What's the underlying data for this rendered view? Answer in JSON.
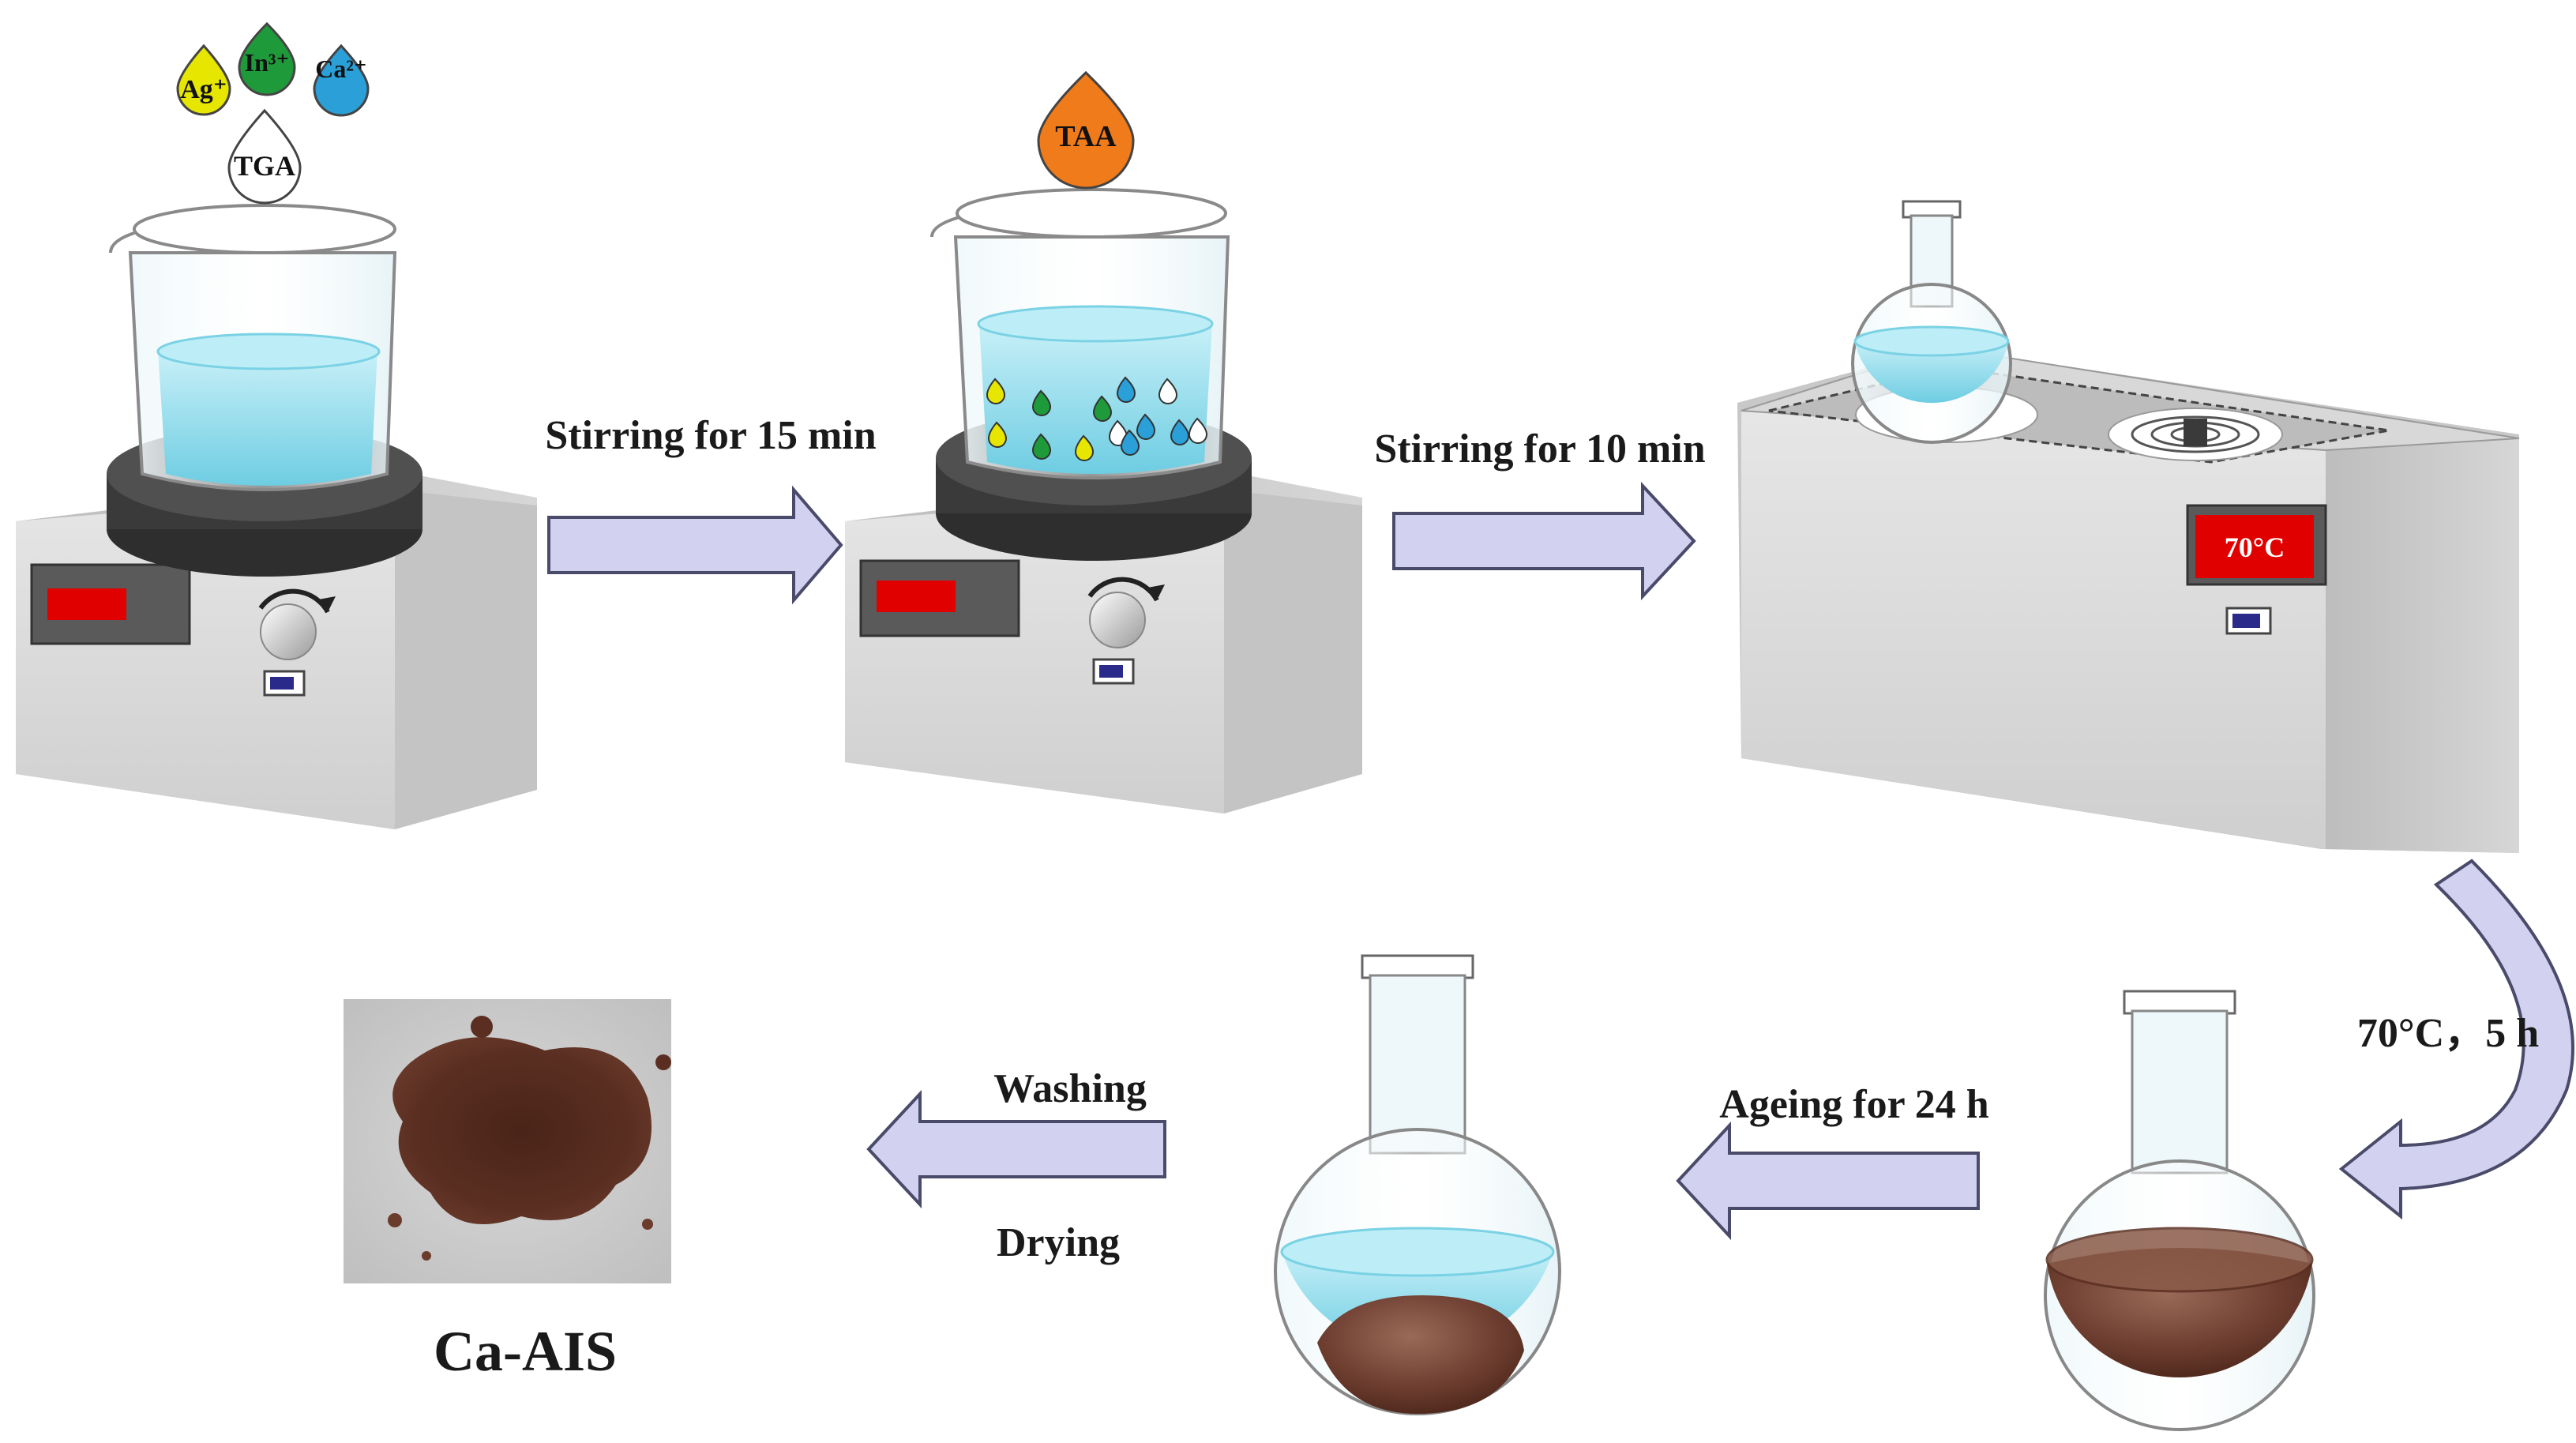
{
  "drops": {
    "ag": "Ag⁺",
    "in": "In³⁺",
    "ca": "Ca²⁺",
    "tga": "TGA",
    "taa": "TAA"
  },
  "steps": {
    "stir15": "Stirring for 15 min",
    "stir10": "Stirring for 10 min",
    "heat": "70°C，5 h",
    "ageing": "Ageing for 24 h",
    "washing": "Washing",
    "drying": "Drying"
  },
  "bath_display": "70°C",
  "product_label": "Ca-AIS",
  "colors": {
    "ag_drop": "#e6e600",
    "in_drop": "#1f9a3a",
    "ca_drop": "#2a9fd8",
    "taa_drop": "#f07b1a",
    "arrow_fill": "#d2d2f0",
    "arrow_stroke": "#4a4a6a",
    "liquid": "#8fdcec",
    "brown_product": "#6b3a2c",
    "display_red": "#e00000"
  }
}
